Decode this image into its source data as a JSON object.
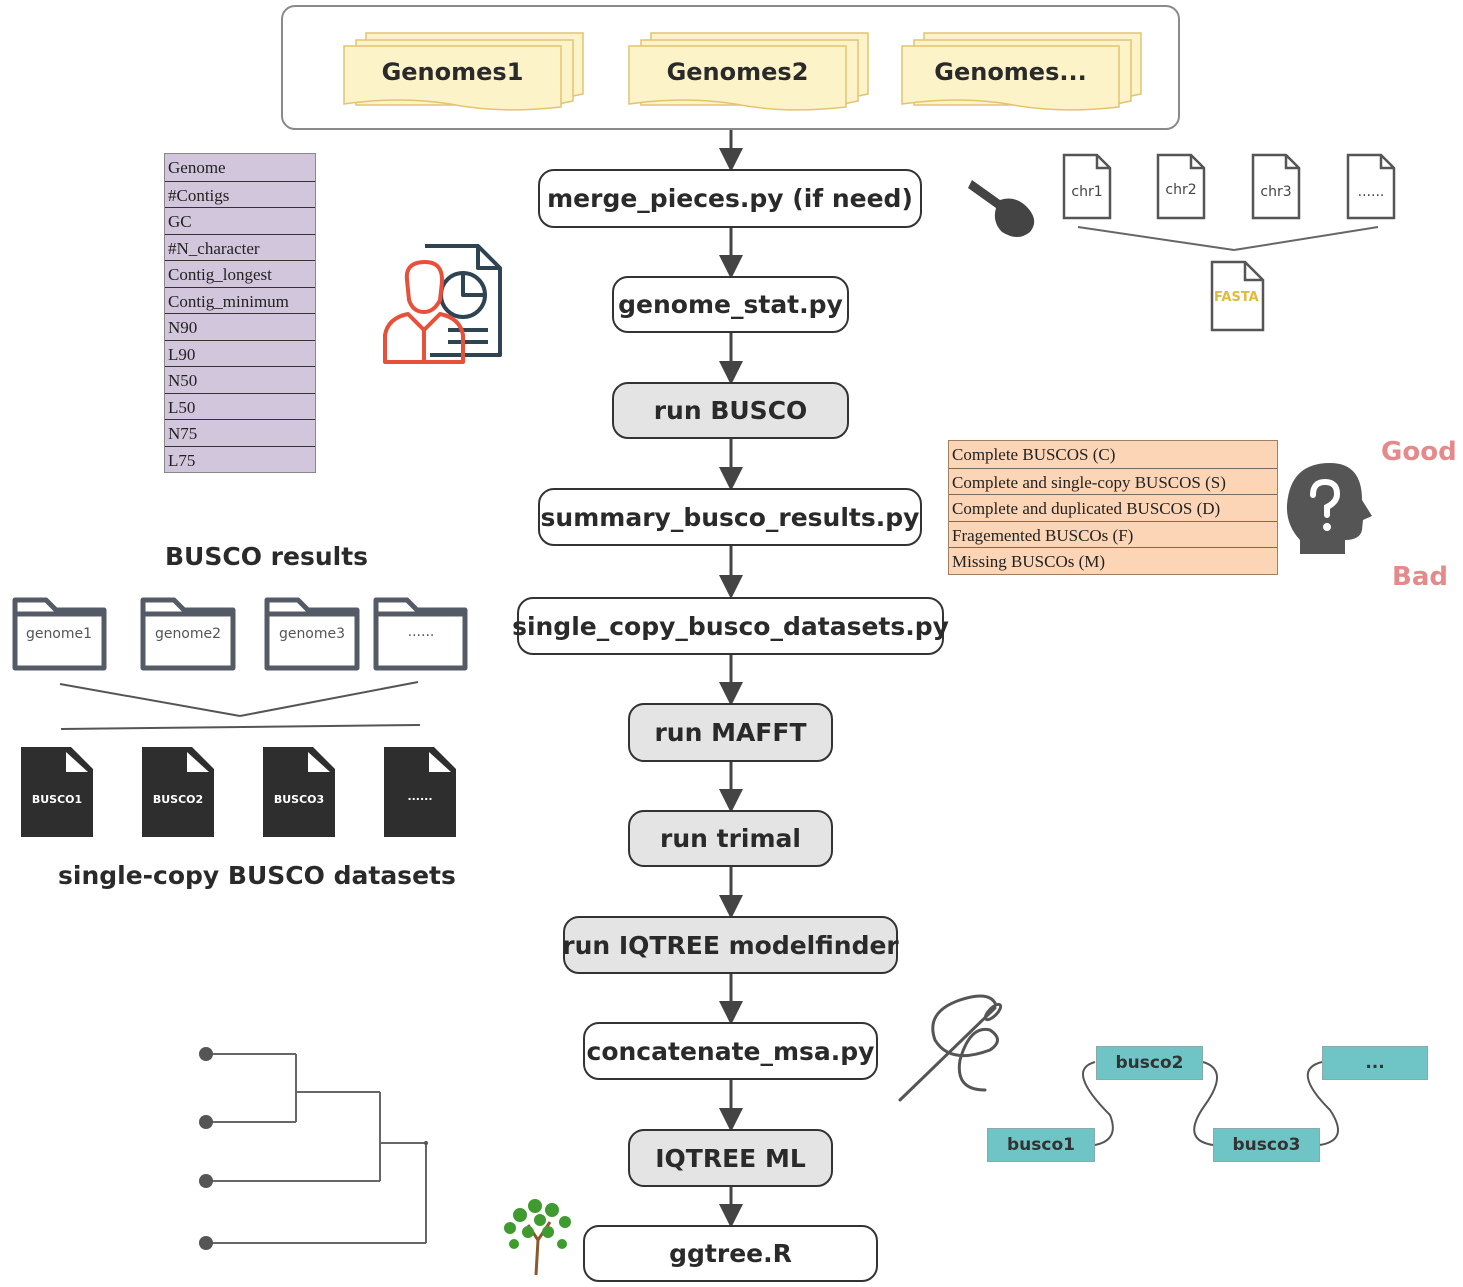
{
  "genomes": [
    "Genomes1",
    "Genomes2",
    "Genomes..."
  ],
  "steps": {
    "merge": "merge_pieces.py (if need)",
    "stat": "genome_stat.py",
    "busco": "run BUSCO",
    "summary": "summary_busco_results.py",
    "single": "single_copy_busco_datasets.py",
    "mafft": "run MAFFT",
    "trimal": "run trimal",
    "modelfinder": "run IQTREE modelfinder",
    "concat": "concatenate_msa.py",
    "iqtree": "IQTREE ML",
    "ggtree": "ggtree.R"
  },
  "stats_table": [
    "Genome",
    "#Contigs",
    "GC",
    "#N_character",
    "Contig_longest",
    "Contig_minimum",
    "N90",
    "L90",
    "N50",
    "L50",
    "N75",
    "L75"
  ],
  "chromosomes": [
    "chr1",
    "chr2",
    "chr3",
    "......"
  ],
  "fasta_label": "FASTA",
  "busco_categories": [
    "Complete BUSCOS (C)",
    "Complete and single-copy BUSCOS (S)",
    "Complete and duplicated BUSCOS (D)",
    "Fragemented BUSCOs (F)",
    "Missing BUSCOs (M)"
  ],
  "quality": {
    "good": "Good",
    "bad": "Bad"
  },
  "busco_results_title": "BUSCO results",
  "folders": [
    "genome1",
    "genome2",
    "genome3",
    "......"
  ],
  "busco_files": [
    "BUSCO1",
    "BUSCO2",
    "BUSCO3",
    "......"
  ],
  "single_copy_title": "single-copy BUSCO datasets",
  "concat_blocks": [
    "busco1",
    "busco2",
    "busco3",
    "..."
  ],
  "colors": {
    "stats_bg": "#d2c6dc",
    "busco_bg": "#fbd5b5",
    "teal": "#6fc5c5",
    "good_bad": "#e58a8a",
    "genome_note": "#fdf3c8"
  }
}
